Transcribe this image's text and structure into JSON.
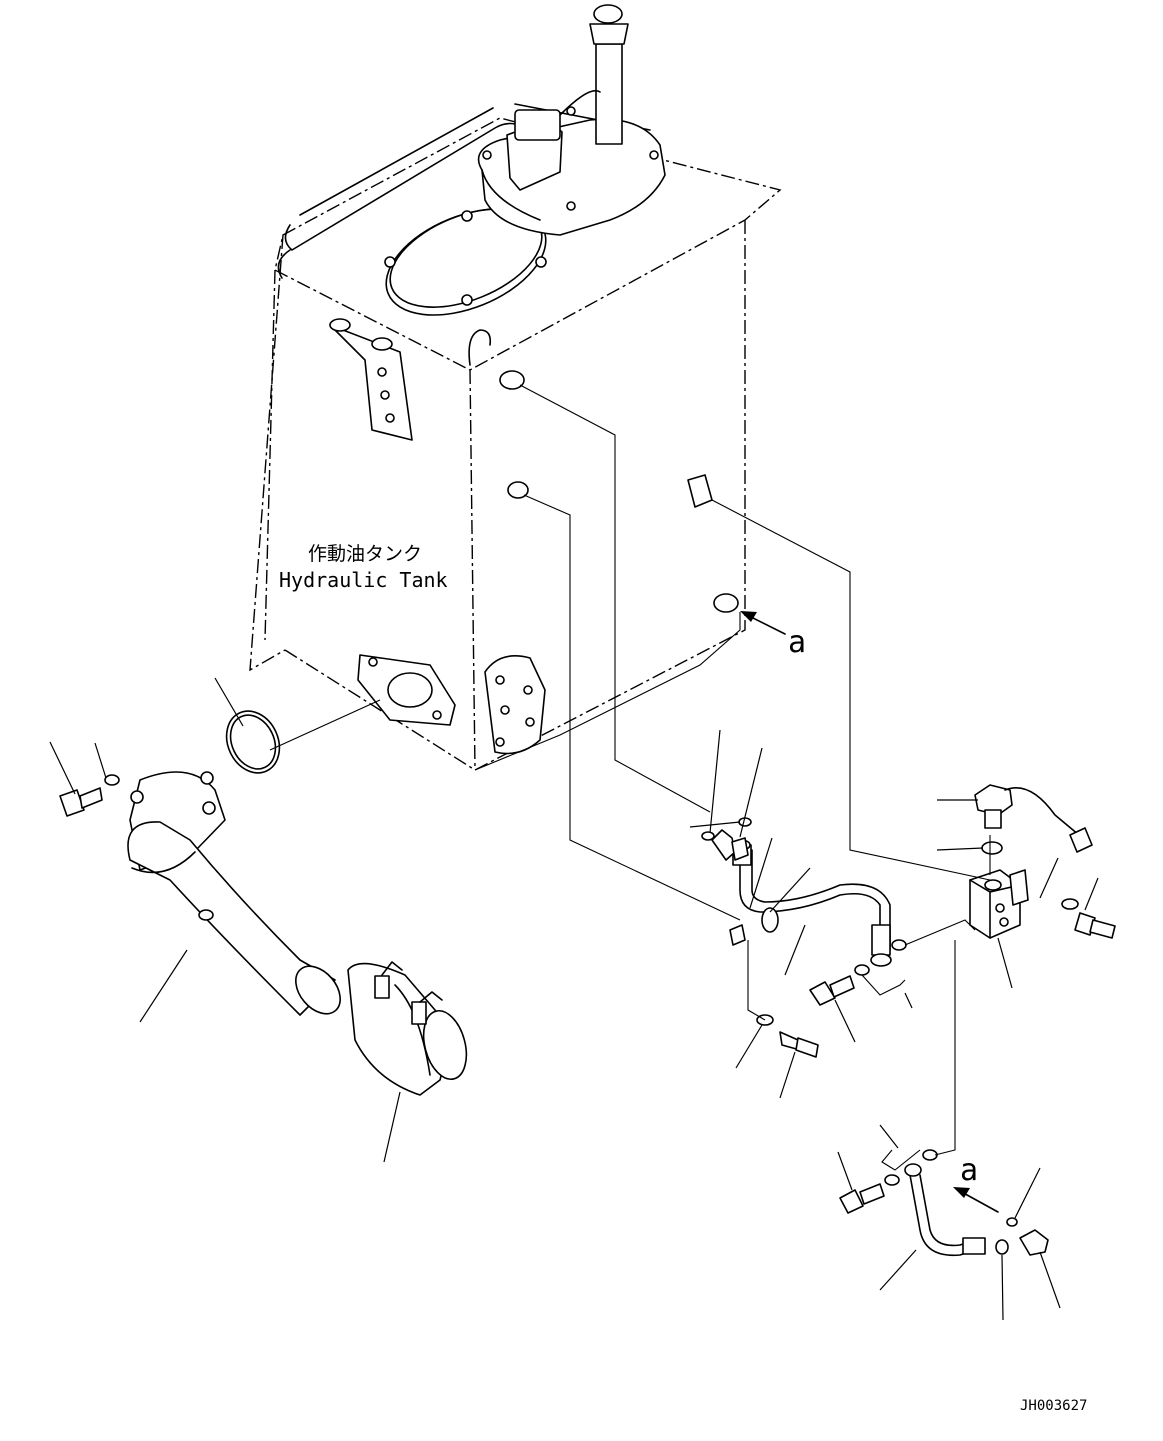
{
  "labels": {
    "tank_jp": "作動油タンク",
    "tank_en": "Hydraulic Tank",
    "ref_a_upper": "a",
    "ref_a_lower": "a",
    "drawing_id": "JH003627"
  }
}
